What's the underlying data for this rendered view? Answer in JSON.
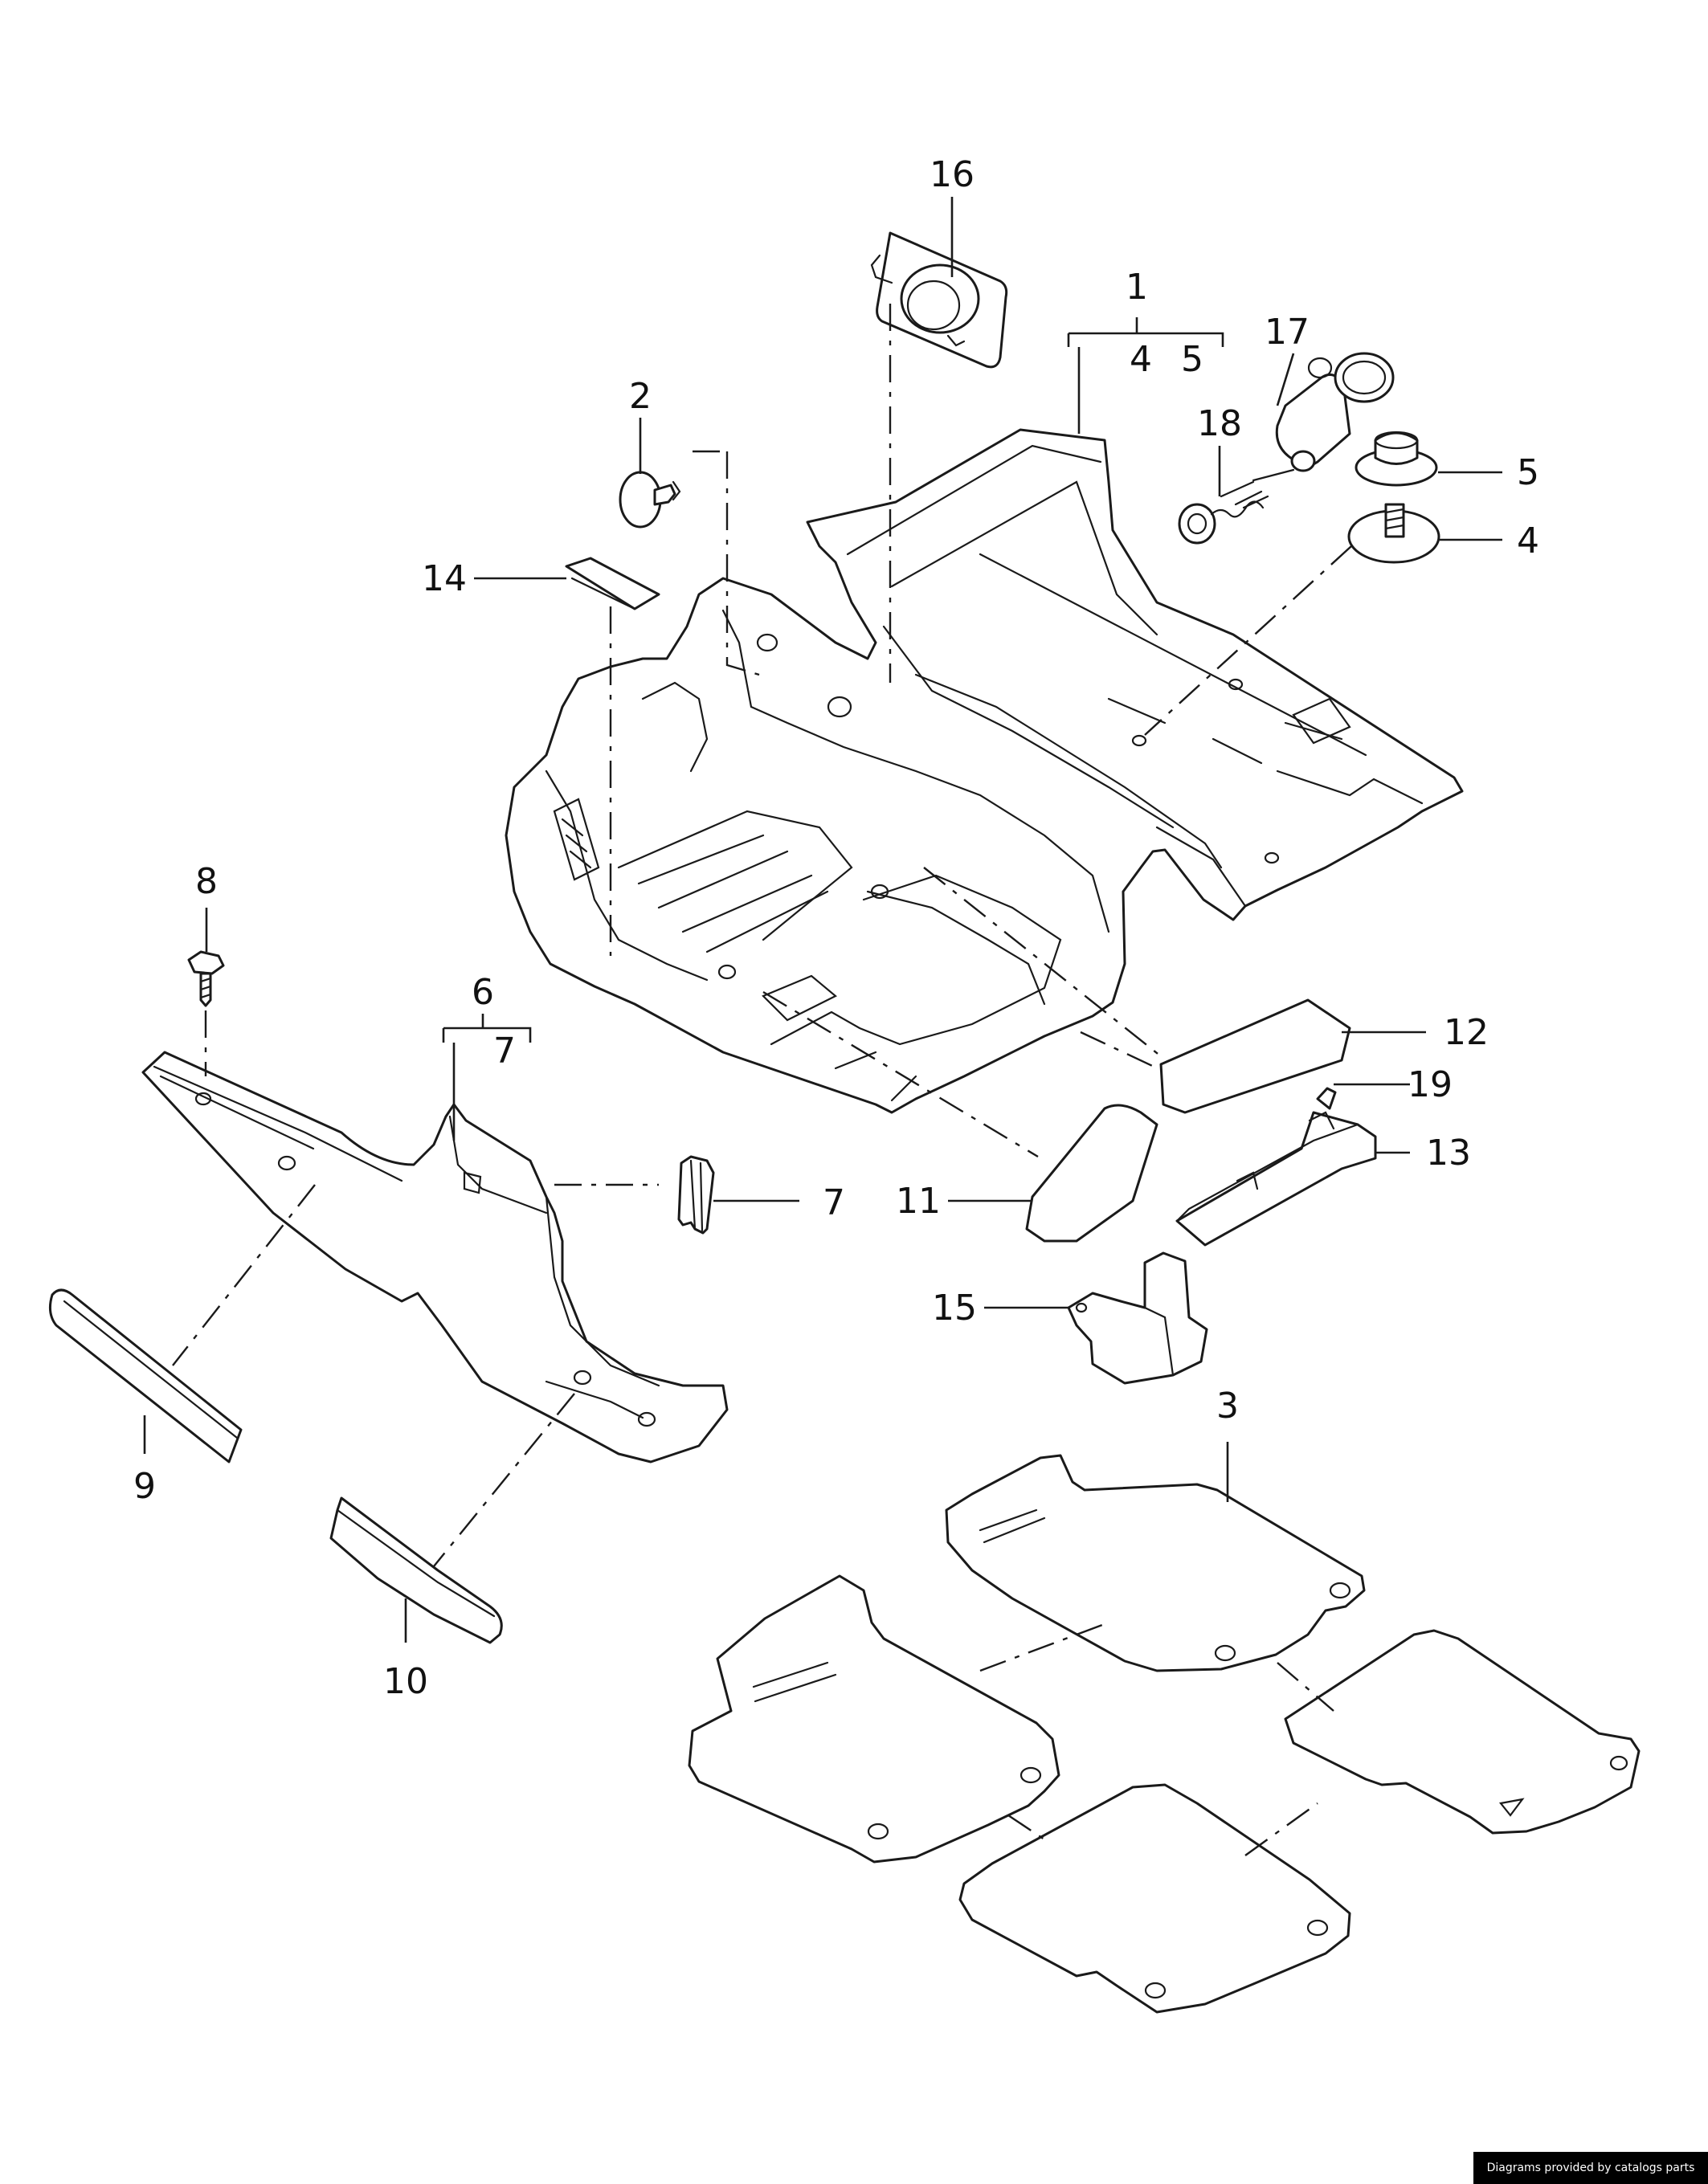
{
  "diagram": {
    "callouts": {
      "c1": "1",
      "c1_sub4": "4",
      "c1_sub5": "5",
      "c2": "2",
      "c3": "3",
      "c4": "4",
      "c5": "5",
      "c6": "6",
      "c6_sub7": "7",
      "c7": "7",
      "c8": "8",
      "c9": "9",
      "c10": "10",
      "c11": "11",
      "c12": "12",
      "c13": "13",
      "c14": "14",
      "c15": "15",
      "c16": "16",
      "c17": "17",
      "c18": "18",
      "c19": "19"
    }
  },
  "footer": {
    "credit": "Diagrams provided by catalogs parts"
  },
  "colors": {
    "line": "#1a1a1a",
    "background": "#ffffff",
    "credit_bg": "#000000",
    "credit_text": "#ffffff"
  }
}
